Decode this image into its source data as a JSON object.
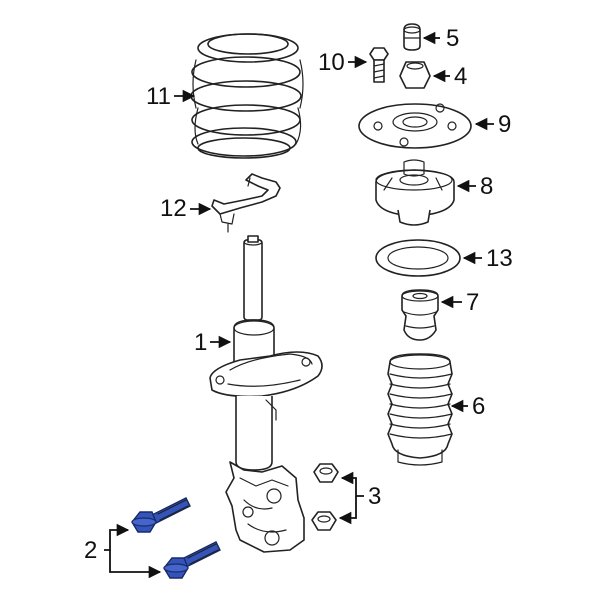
{
  "callouts": {
    "c1": "1",
    "c2": "2",
    "c3": "3",
    "c4": "4",
    "c5": "5",
    "c6": "6",
    "c7": "7",
    "c8": "8",
    "c9": "9",
    "c10": "10",
    "c11": "11",
    "c12": "12",
    "c13": "13"
  },
  "colors": {
    "highlight_part": "#3355bb",
    "highlight_outline": "#1a2a66",
    "line": "#222222"
  }
}
